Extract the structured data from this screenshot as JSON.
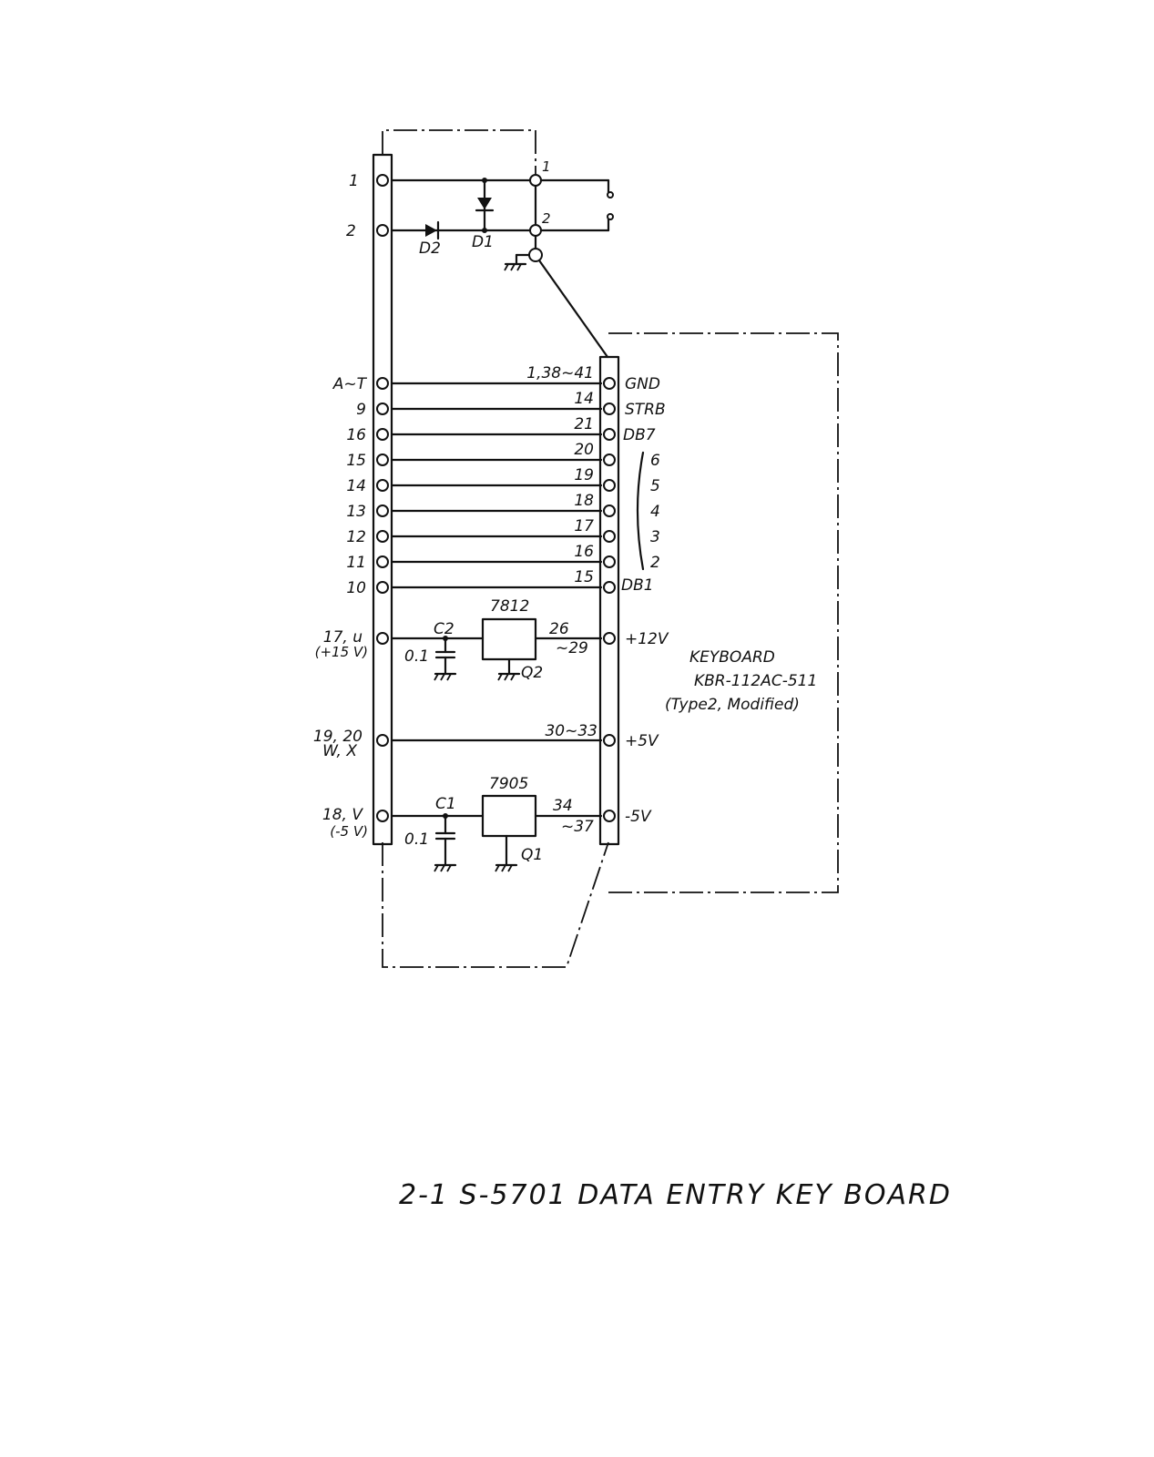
{
  "left_connector": {
    "pins": [
      "1",
      "2",
      "A~T",
      "9",
      "16",
      "15",
      "14",
      "13",
      "12",
      "11",
      "10"
    ],
    "reg12_label": [
      "17, u",
      "(+15 V)"
    ],
    "v5_label": [
      "19, 20",
      "W, X"
    ],
    "reg5_label": [
      "18, V",
      "(-5 V)"
    ]
  },
  "switch_pins": [
    "1",
    "2"
  ],
  "diodes": [
    "D2",
    "D1"
  ],
  "right_connector": {
    "pin_numbers": [
      "1,38~41",
      "14",
      "21",
      "20",
      "19",
      "18",
      "17",
      "16",
      "15"
    ],
    "signals": [
      "GND",
      "STRB",
      "DB7",
      "6",
      "5",
      "4",
      "3",
      "2",
      "DB1"
    ],
    "reg12_pins": [
      "26",
      "~29"
    ],
    "reg12_signal": "+12V",
    "v5_pins": "30~33",
    "v5_signal": "+5V",
    "reg5_pins": [
      "34",
      "~37"
    ],
    "reg5_signal": "-5V"
  },
  "regulators": {
    "upper": {
      "name": "7812",
      "cap": "C2",
      "cap_value": "0.1",
      "ground_label": "Q2"
    },
    "lower": {
      "name": "7905",
      "cap": "C1",
      "cap_value": "0.1",
      "ground_label": "Q1"
    }
  },
  "keyboard": {
    "title": "KEYBOARD",
    "model": "KBR-112AC-511",
    "note": "(Type2, Modified)"
  },
  "figure_title": "2-1 S-5701 DATA ENTRY KEY BOARD"
}
